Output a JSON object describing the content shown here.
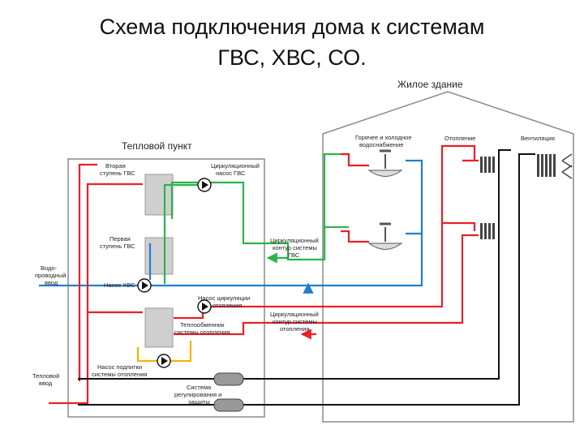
{
  "title": {
    "line1": "Схема подключения дома к системам",
    "line2": "ГВС, ХВС, СО."
  },
  "building": {
    "label": "Жилое здание"
  },
  "heat_point": {
    "label": "Тепловой пункт"
  },
  "labels": {
    "second_stage_line1": "Вторая",
    "second_stage_line2": "ступень ГВС",
    "first_stage_line1": "Первая",
    "first_stage_line2": "ступень ГВС",
    "circ_pump_line1": "Циркуляционный",
    "circ_pump_line2": "насос ГВС",
    "water_supply_line1": "Водо-",
    "water_supply_line2": "проводный",
    "water_supply_line3": "ввод",
    "cold_pump": "Насос ХВС",
    "circ_circuit_line1": "Циркуляционный",
    "circ_circuit_line2": "контур системы",
    "circ_circuit_line3": "ГВС",
    "heat_circ_pump_line1": "Насос циркуляции",
    "heat_circ_pump_line2": "отопления",
    "heat_exchanger_line1": "Теплообменник",
    "heat_exchanger_line2": "системы отопления",
    "heat_circ_circuit_line1": "Циркуляционный",
    "heat_circ_circuit_line2": "контур системы",
    "heat_circ_circuit_line3": "отопления",
    "makeup_pump_line1": "Насос подпитки",
    "makeup_pump_line2": "системы отопления",
    "thermal_input_line1": "Тепловой",
    "thermal_input_line2": "ввод",
    "control_line1": "Система",
    "control_line2": "регулирования и",
    "control_line3": "защиты",
    "water_supply_house_line1": "Горячее и холодное",
    "water_supply_house_line2": "водоснабжение",
    "heating": "Отопление",
    "ventilation": "Вентиляция"
  },
  "colors": {
    "hot": "#e8202a",
    "cold": "#1f7fd0",
    "green": "#2db34a",
    "yellow": "#f4b400",
    "control": "#111111",
    "equipment": "#cfcfcf"
  }
}
